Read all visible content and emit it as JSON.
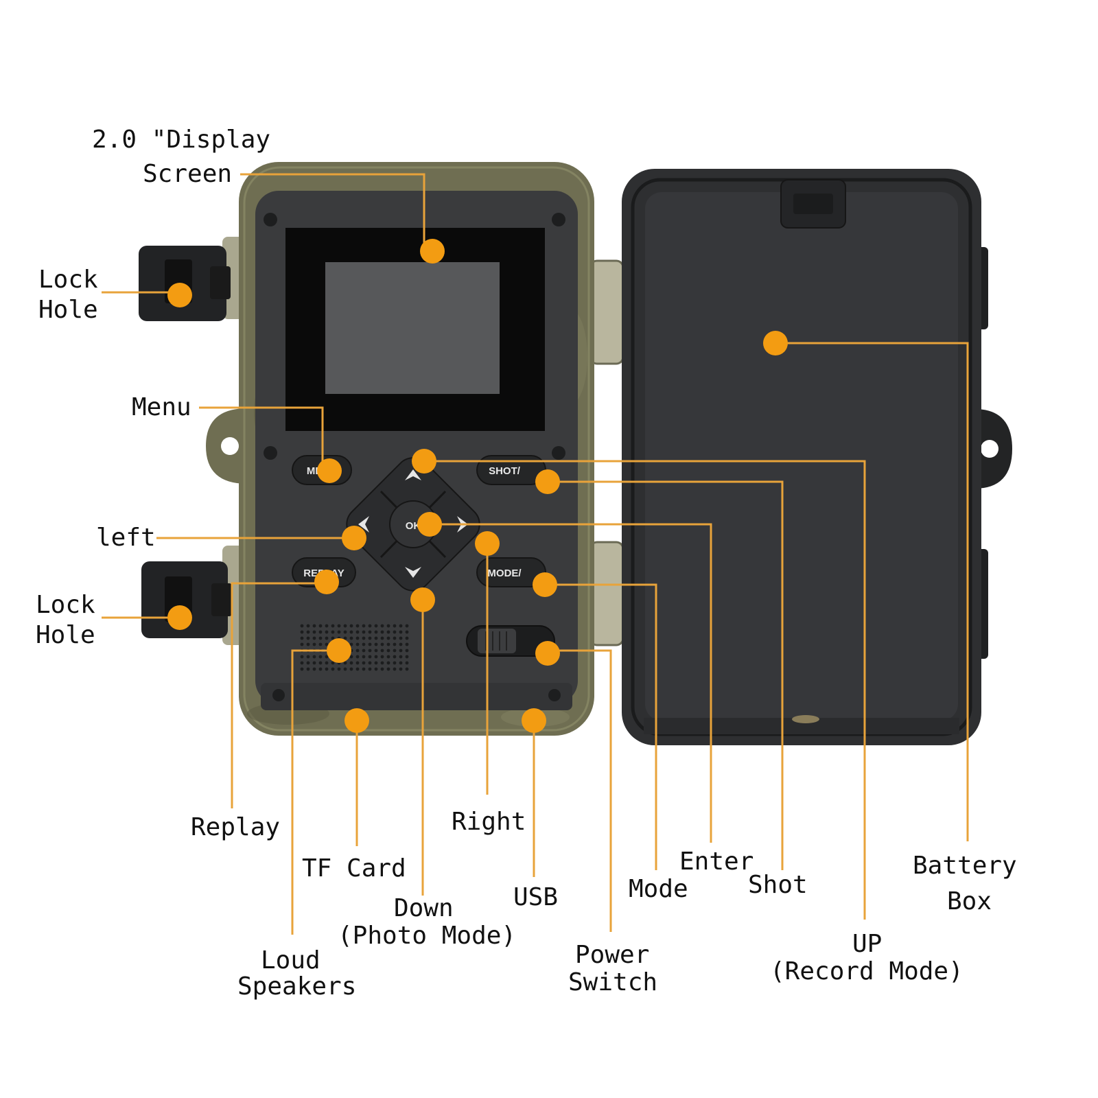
{
  "colors": {
    "accent": "#f39c12",
    "leader_line": "#e8a33a",
    "camouflage": "#6f6e52",
    "body_dark": "#3a3b3d",
    "cover_dark": "#2e2f31",
    "screen_gray": "#57585a"
  },
  "buttons": {
    "menu": "MENU",
    "shot": "SHOT/",
    "ok": "OK",
    "replay": "REPLAY",
    "mode": "MODE/"
  },
  "labels": {
    "display": {
      "line1": "2.0 \"Display",
      "line2": "Screen"
    },
    "lock_hole_top": {
      "line1": "Lock",
      "line2": "Hole"
    },
    "menu": "Menu",
    "left": "left",
    "lock_hole_bottom": {
      "line1": "Lock",
      "line2": "Hole"
    },
    "replay": "Replay",
    "tf_card": "TF Card",
    "right": "Right",
    "down": {
      "line1": "Down",
      "line2": "(Photo Mode)"
    },
    "usb": "USB",
    "loud_speakers": {
      "line1": "Loud",
      "line2": "Speakers"
    },
    "power_switch": {
      "line1": "Power",
      "line2": "Switch"
    },
    "mode": "Mode",
    "enter": "Enter",
    "shot": "Shot",
    "battery_box": {
      "line1": "Battery",
      "line2": "Box"
    },
    "up": {
      "line1": "UP",
      "line2": "(Record Mode)"
    }
  }
}
